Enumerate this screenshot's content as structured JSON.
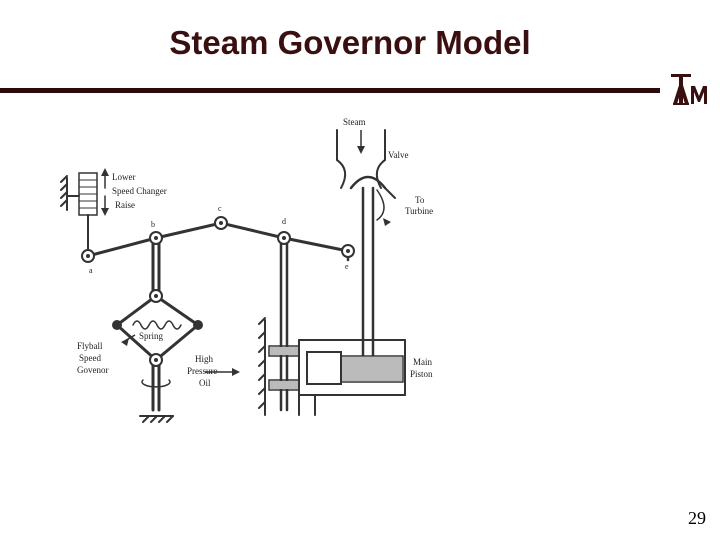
{
  "slide": {
    "title": "Steam Governor Model",
    "page_number": "29",
    "accent_color": "#3a0f0f",
    "logo_text": "ATM"
  },
  "diagram": {
    "labels": {
      "steam": "Steam",
      "valve": "Valve",
      "to": "To",
      "turbine": "Turbine",
      "lower": "Lower",
      "speed_changer": "Speed Changer",
      "raise": "Raise",
      "a": "a",
      "b": "b",
      "c": "c",
      "d": "d",
      "e": "e",
      "spring": "Spring",
      "flyball": "Flyball",
      "speed": "Speed",
      "govenor": "Govenor",
      "high": "High",
      "pressure": "Pressure",
      "oil": "Oil",
      "main": "Main",
      "piston": "Piston"
    }
  }
}
